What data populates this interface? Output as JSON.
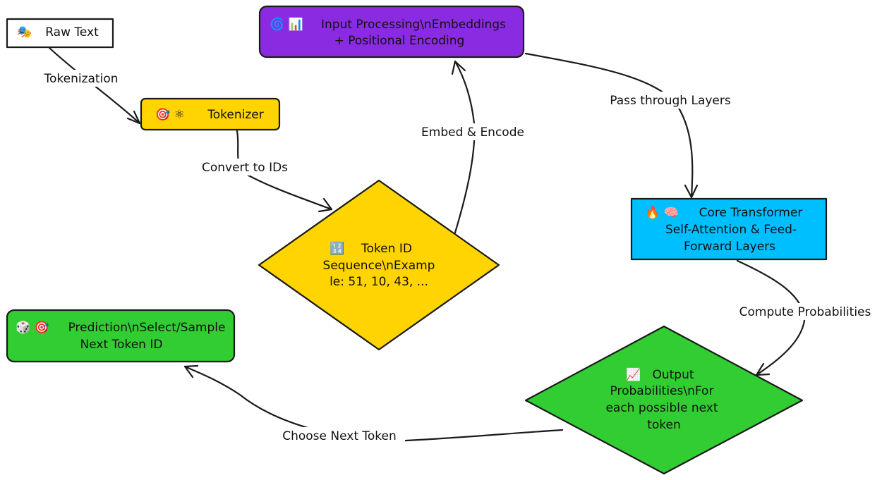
{
  "colors": {
    "raw_text": "#ffffff",
    "tokenizer": "#ffd400",
    "token_ids": "#ffd400",
    "input_processing": "#8a2be2",
    "core_transformer": "#00bfff",
    "output_probabilities": "#32cd32",
    "prediction": "#32cd32",
    "stroke": "#1a1a1a"
  },
  "nodes": {
    "raw_text": {
      "icon": "🎭",
      "lines": [
        "Raw Text"
      ]
    },
    "tokenizer": {
      "icon": "🎯 ⚛",
      "lines": [
        "Tokenizer"
      ]
    },
    "token_ids": {
      "icon": "🔢",
      "lines": [
        "Token ID",
        "Sequence\\nExamp",
        "le: 51, 10, 43, ..."
      ]
    },
    "input_processing": {
      "icon": "🌀 📊",
      "lines": [
        "Input Processing\\nEmbeddings",
        "+ Positional Encoding"
      ]
    },
    "core_transformer": {
      "icon": "🔥 🧠",
      "lines": [
        "Core Transformer",
        "Self-Attention & Feed-",
        "Forward Layers"
      ]
    },
    "output_probabilities": {
      "icon": "📈",
      "lines": [
        "Output",
        "Probabilities\\nFor",
        "each possible next",
        "token"
      ]
    },
    "prediction": {
      "icon": "🎲 🎯",
      "lines": [
        "Prediction\\nSelect/Sample",
        "Next Token ID"
      ]
    }
  },
  "edges": {
    "tokenization": "Tokenization",
    "convert_to_ids": "Convert to IDs",
    "embed_encode": "Embed & Encode",
    "pass_through_layers": "Pass through Layers",
    "compute_probabilities": "Compute Probabilities",
    "choose_next_token": "Choose Next Token"
  }
}
